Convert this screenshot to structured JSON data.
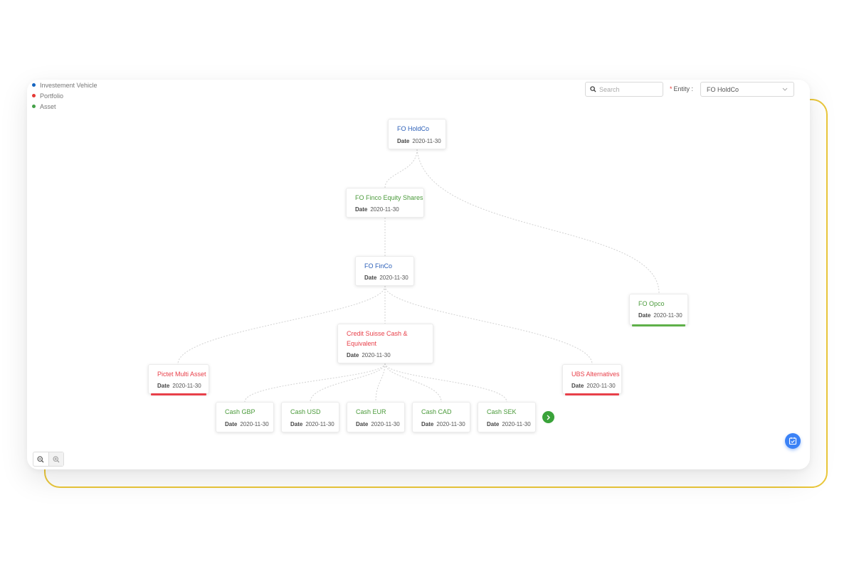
{
  "legend": [
    {
      "label": "Investement Vehicle",
      "color": "#1565c0"
    },
    {
      "label": "Portfolio",
      "color": "#e53935"
    },
    {
      "label": "Asset",
      "color": "#43a047"
    }
  ],
  "search": {
    "placeholder": "Search"
  },
  "entity": {
    "required_mark": "*",
    "label": "Entity :",
    "value": "FO HoldCo"
  },
  "date_label": "Date",
  "nodes": [
    {
      "name": "FO HoldCo",
      "date": "2020-11-30",
      "type": "investment_vehicle"
    },
    {
      "name": "FO Finco Equity Shares",
      "date": "2020-11-30",
      "type": "asset"
    },
    {
      "name": "FO FinCo",
      "date": "2020-11-30",
      "type": "investment_vehicle"
    },
    {
      "name": "FO Opco",
      "date": "2020-11-30",
      "type": "asset"
    },
    {
      "name": "Credit Suisse Cash & Equivalent",
      "date": "2020-11-30",
      "type": "portfolio"
    },
    {
      "name": "Pictet Multi Asset",
      "date": "2020-11-30",
      "type": "portfolio"
    },
    {
      "name": "UBS Alternatives",
      "date": "2020-11-30",
      "type": "portfolio"
    },
    {
      "name": "Cash GBP",
      "date": "2020-11-30",
      "type": "asset"
    },
    {
      "name": "Cash USD",
      "date": "2020-11-30",
      "type": "asset"
    },
    {
      "name": "Cash EUR",
      "date": "2020-11-30",
      "type": "asset"
    },
    {
      "name": "Cash CAD",
      "date": "2020-11-30",
      "type": "asset"
    },
    {
      "name": "Cash SEK",
      "date": "2020-11-30",
      "type": "asset"
    }
  ],
  "colors": {
    "investment_vehicle": "#2b5fb8",
    "portfolio": "#e8404a",
    "asset": "#4a9a3a",
    "accent_gold": "#eac73a",
    "fab_blue": "#3b82f6"
  }
}
